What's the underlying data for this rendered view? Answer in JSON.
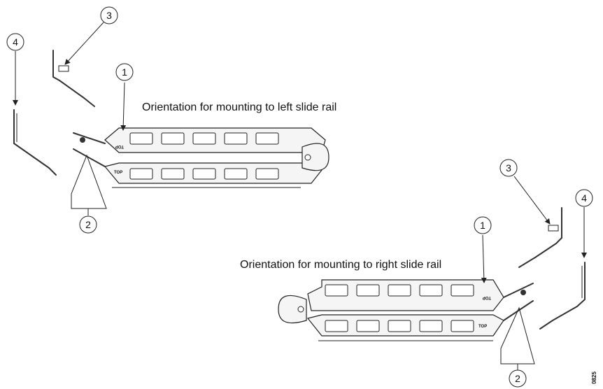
{
  "figure": {
    "caption_left": "Orientation for mounting to left slide rail",
    "caption_right": "Orientation for mounting to right slide rail",
    "figure_number": "0825"
  },
  "callouts": {
    "c1": "1",
    "c2": "2",
    "c3": "3",
    "c4": "4"
  },
  "rail_labels": {
    "top": "TOP"
  }
}
